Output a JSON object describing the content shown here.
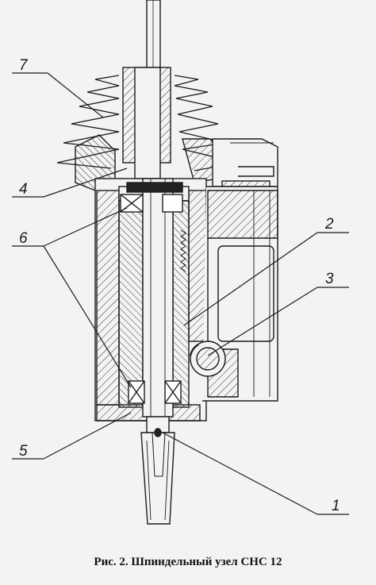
{
  "figure": {
    "caption": "Рис. 2. Шпиндельный узел СНС 12",
    "callouts": [
      {
        "id": "1",
        "text": "1"
      },
      {
        "id": "2",
        "text": "2"
      },
      {
        "id": "3",
        "text": "3"
      },
      {
        "id": "4",
        "text": "4"
      },
      {
        "id": "5",
        "text": "5"
      },
      {
        "id": "6",
        "text": "6"
      },
      {
        "id": "7",
        "text": "7"
      }
    ]
  }
}
